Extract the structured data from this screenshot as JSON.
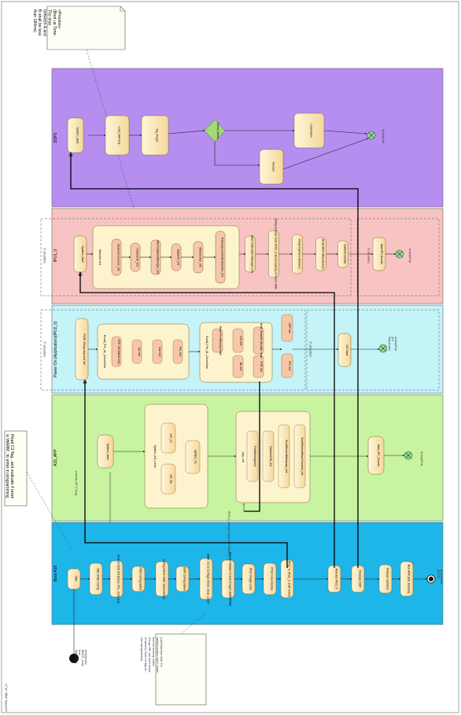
{
  "page_label": "ss1WO96_MQB_V8_21",
  "lanes": {
    "dsp": "DSP1",
    "ipu0": "IPU1_0",
    "power": "Power On (Application)(IPU2_0)",
    "a15": "A15_APP",
    "boot": "Boot A15"
  },
  "partitions": {
    "startup_ipu0": "STARTUP (I)",
    "startup_ipu0_right": "STARTUP (I)",
    "startup_power": "STARTUP (I)",
    "startup_power_right": "STARTUP (I)",
    "modules_init": "Modules Init"
  },
  "notes": {
    "process": "«Process» (Boot up Time: The time between A and B shall be less than 180ms)",
    "read_c2": "Read C2 flag , and evaluate if reset is WARM , to enter in programming",
    "load_data": "Load Data from NvM, Fix memory position that it comes from the memory, written through SPI, and other blocks of memory, Clean C2 flag for next reprogramming"
  },
  "boot": {
    "initial_label": "ActivityInitial (BOOT_Jump from Application)",
    "final_label": "ActivityFinal (BOOT)",
    "nodes": [
      "RBL",
      "SBL Initial Config",
      "Rest of SOC Init (block, PLL, modules)",
      "PAD Configuration",
      "Configuration static dependency",
      "DDR Configuration",
      "DMA, C1 & C2 flags check, clear, jump?",
      "Prepare Master to load Images (EEPROM)",
      "IPU2 Image Load",
      "IPU2 Core Bootup",
      "IPU1_0, IPU1_1, DSP & A15",
      "Release IPU1_0",
      "Release DSP",
      "Release Spinlock",
      "Run APP (BIL finished)"
    ]
  },
  "a15": {
    "side_label": "IPU2_0_get Spinlock",
    "nodes": [
      "System_start",
      "System_Init_Links",
      "Ctrl_Init",
      "Wait_IPC_Events"
    ],
    "links": [
      "VIP_Tx",
      "VIP_Rx",
      "MPEG_TS"
    ],
    "app_group": "App_init",
    "app_nodes": [
      "PdcMessageInit",
      "NetworkCtrl_Init",
      "SwcEthernetMetadata_Init",
      "SwcEthernetBackChannel_Init"
    ],
    "release_label": "IPU2_0_Release Spinlock(SYSBIOS)",
    "final": "ActivityFinal"
  },
  "power": {
    "nodes": [
      "POR / Bring required init",
      "EcuM_Pre_AL_DriverZero",
      "EcuM_Pre_AL_DriverOne",
      "IPC Init",
      "OS Start"
    ],
    "zero_nodes": [
      "RTE Init (Mode Init)",
      "Spi Init",
      "Can Init",
      "Fls_Init"
    ],
    "one_nodes": [
      "Read Fix Memory NvM",
      "CIC Init",
      "BL Init",
      "RTE Init",
      "NvM_ReadAll (EcuM) / Wait",
      "APP Init"
    ],
    "final": "ActivityFinal (Init Sequences)"
  },
  "ipu0": {
    "nodes": [
      "System_start",
      "Wait IPC Events"
    ],
    "modules": [
      "ChannelCommon_Init",
      "ChainsCtrl_Init",
      "MemoryBaseManager_Init",
      "DataInfo_Init",
      "MetaVector_Init",
      "ParkingCoordinatorHandler_Init"
    ],
    "steps": [
      "Start Calibration Manager Link",
      "Notify Autosar Core IPU2_0 about loading of Vision SDK",
      "Read Camera Intrinsics",
      "Read MAC Manufacture",
      "Dataset Update"
    ],
    "final": "ActivityFinal"
  },
  "dsp": {
    "nodes": [
      "System_start",
      "Load_Memory",
      "Alg_Plugin",
      "Select_Mode",
      "Calibration",
      "Render"
    ],
    "final": "ActivityFinal"
  },
  "colors": {
    "dsp_lane": "#b58ef0",
    "ipu0_lane": "#f8c3c3",
    "power_lane": "#c4f3f8",
    "a15_lane": "#c8f3a0",
    "boot_lane": "#1eb5e8",
    "node_fill": "#fdf0c7",
    "node_inner": "#f8c7a8",
    "decision": "#a3d977",
    "final_ring": "#8ce08c"
  }
}
